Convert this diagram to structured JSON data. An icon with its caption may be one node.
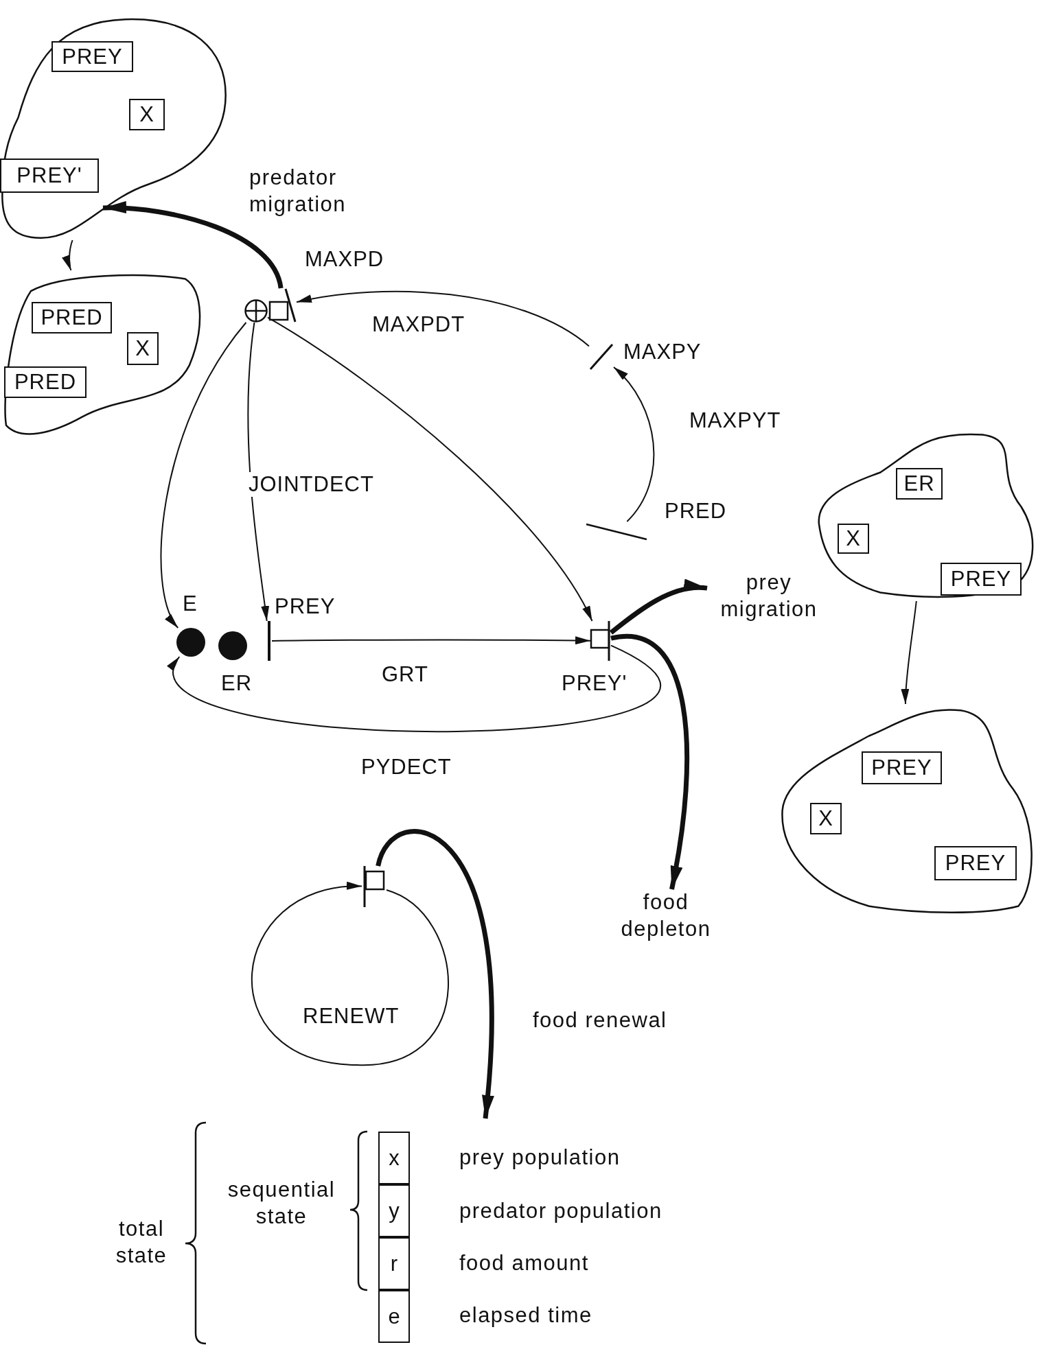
{
  "diagram": {
    "nodes": [
      {
        "text": [],
        "shape": "cloud"
      },
      {
        "text": [
          "PREY"
        ],
        "in": 0
      },
      {
        "text": [
          "X"
        ],
        "in": 0
      },
      {
        "text": [
          "PREY'"
        ],
        "in": 0
      },
      {
        "text": [],
        "shape": "cloud"
      },
      {
        "text": [
          "PRED"
        ],
        "in": 4
      },
      {
        "text": [
          "X"
        ],
        "in": 4
      },
      {
        "text": [
          "PRED"
        ],
        "in": 4
      },
      {
        "text": [],
        "shape": "cloud"
      },
      {
        "text": [
          "ER"
        ],
        "in": 8
      },
      {
        "text": [
          "X"
        ],
        "in": 8
      },
      {
        "text": [
          "PREY"
        ],
        "in": 8
      },
      {
        "text": [],
        "shape": "cloud"
      },
      {
        "text": [
          "PREY"
        ],
        "in": 12
      },
      {
        "text": [
          "X"
        ],
        "in": 12
      },
      {
        "text": [
          "PREY"
        ],
        "in": 12
      },
      {
        "text": [],
        "shape": "circle"
      },
      {
        "text": [],
        "shape": "box",
        "beside": [
          "MAXPD"
        ]
      },
      {
        "text": [],
        "shape": "bar",
        "beside": [
          "MAXPY"
        ]
      },
      {
        "text": [],
        "shape": "bar",
        "beside": [
          "PRED"
        ]
      },
      {
        "text": [],
        "shape": "circle",
        "beside": [
          "E"
        ]
      },
      {
        "text": [],
        "shape": "circle",
        "beside": [
          "ER"
        ]
      },
      {
        "text": [],
        "shape": "bar",
        "beside": [
          "PREY"
        ]
      },
      {
        "text": [],
        "shape": "box",
        "beside": [
          "PREY'"
        ]
      },
      {
        "text": [],
        "shape": "box"
      },
      {
        "text": [
          "prey migration"
        ]
      },
      {
        "text": [
          "food depleton"
        ]
      }
    ],
    "edges": [
      {
        "from": 0,
        "to": 4,
        "arrow": "to"
      },
      {
        "from": 8,
        "to": 12,
        "arrow": "to"
      },
      {
        "from": 17,
        "to": 0,
        "arrow": "to",
        "style": "thick"
      },
      {
        "from": 18,
        "to": 17,
        "arrow": "to",
        "label": "MAXPDT"
      },
      {
        "from": 19,
        "to": 18,
        "arrow": "to",
        "label": "MAXPYT"
      },
      {
        "from": 16,
        "to": 20,
        "arrow": "to"
      },
      {
        "from": 16,
        "to": 22,
        "arrow": "to",
        "label": "JOINTDECT"
      },
      {
        "from": 16,
        "to": 23,
        "arrow": "to"
      },
      {
        "from": 22,
        "to": 23,
        "arrow": "to",
        "label": "GRT"
      },
      {
        "from": 23,
        "to": 20,
        "arrow": "to",
        "label": "PYDECT"
      },
      {
        "from": 23,
        "to": 25,
        "arrow": "to",
        "style": "thick"
      },
      {
        "from": 23,
        "to": 26,
        "arrow": "to",
        "style": "thick"
      },
      {
        "from": 24,
        "to": 24,
        "arrow": "to",
        "label": "RENEWT"
      },
      {
        "from": 24,
        "to": null,
        "arrow": "to",
        "style": "thick"
      }
    ],
    "labels": [
      "predator migration",
      "food renewal",
      "total state",
      "sequential state",
      "x",
      "prey population",
      "y",
      "predator population",
      "r",
      "food amount",
      "e",
      "elapsed time"
    ]
  }
}
